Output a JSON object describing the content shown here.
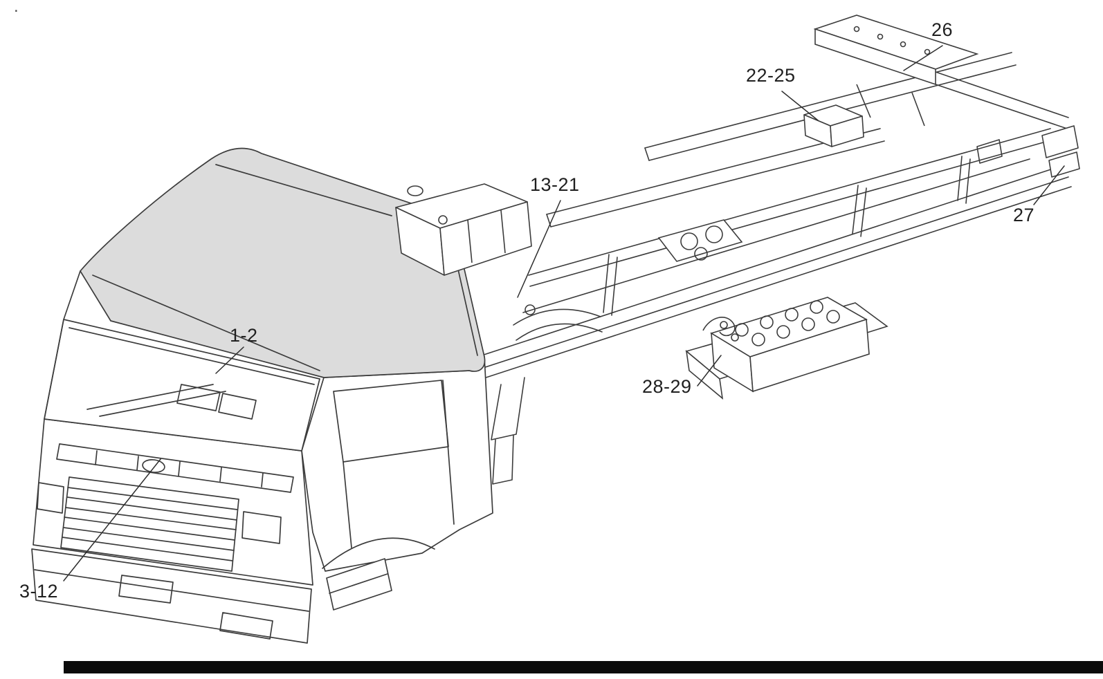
{
  "colors": {
    "background": "#ffffff",
    "line": "#3c3c3c",
    "roof_shade": "#dcdcdc",
    "footer_bar": "#0b0b0b",
    "label_text": "#1f1f1f"
  },
  "diagram": {
    "subject": "Truck cab and chassis exploded parts diagram",
    "corner_mark": ".",
    "callouts": {
      "c1_2": "1-2",
      "c3_12": "3-12",
      "c13_21": "13-21",
      "c22_25": "22-25",
      "c26": "26",
      "c27": "27",
      "c28_29": "28-29"
    }
  }
}
